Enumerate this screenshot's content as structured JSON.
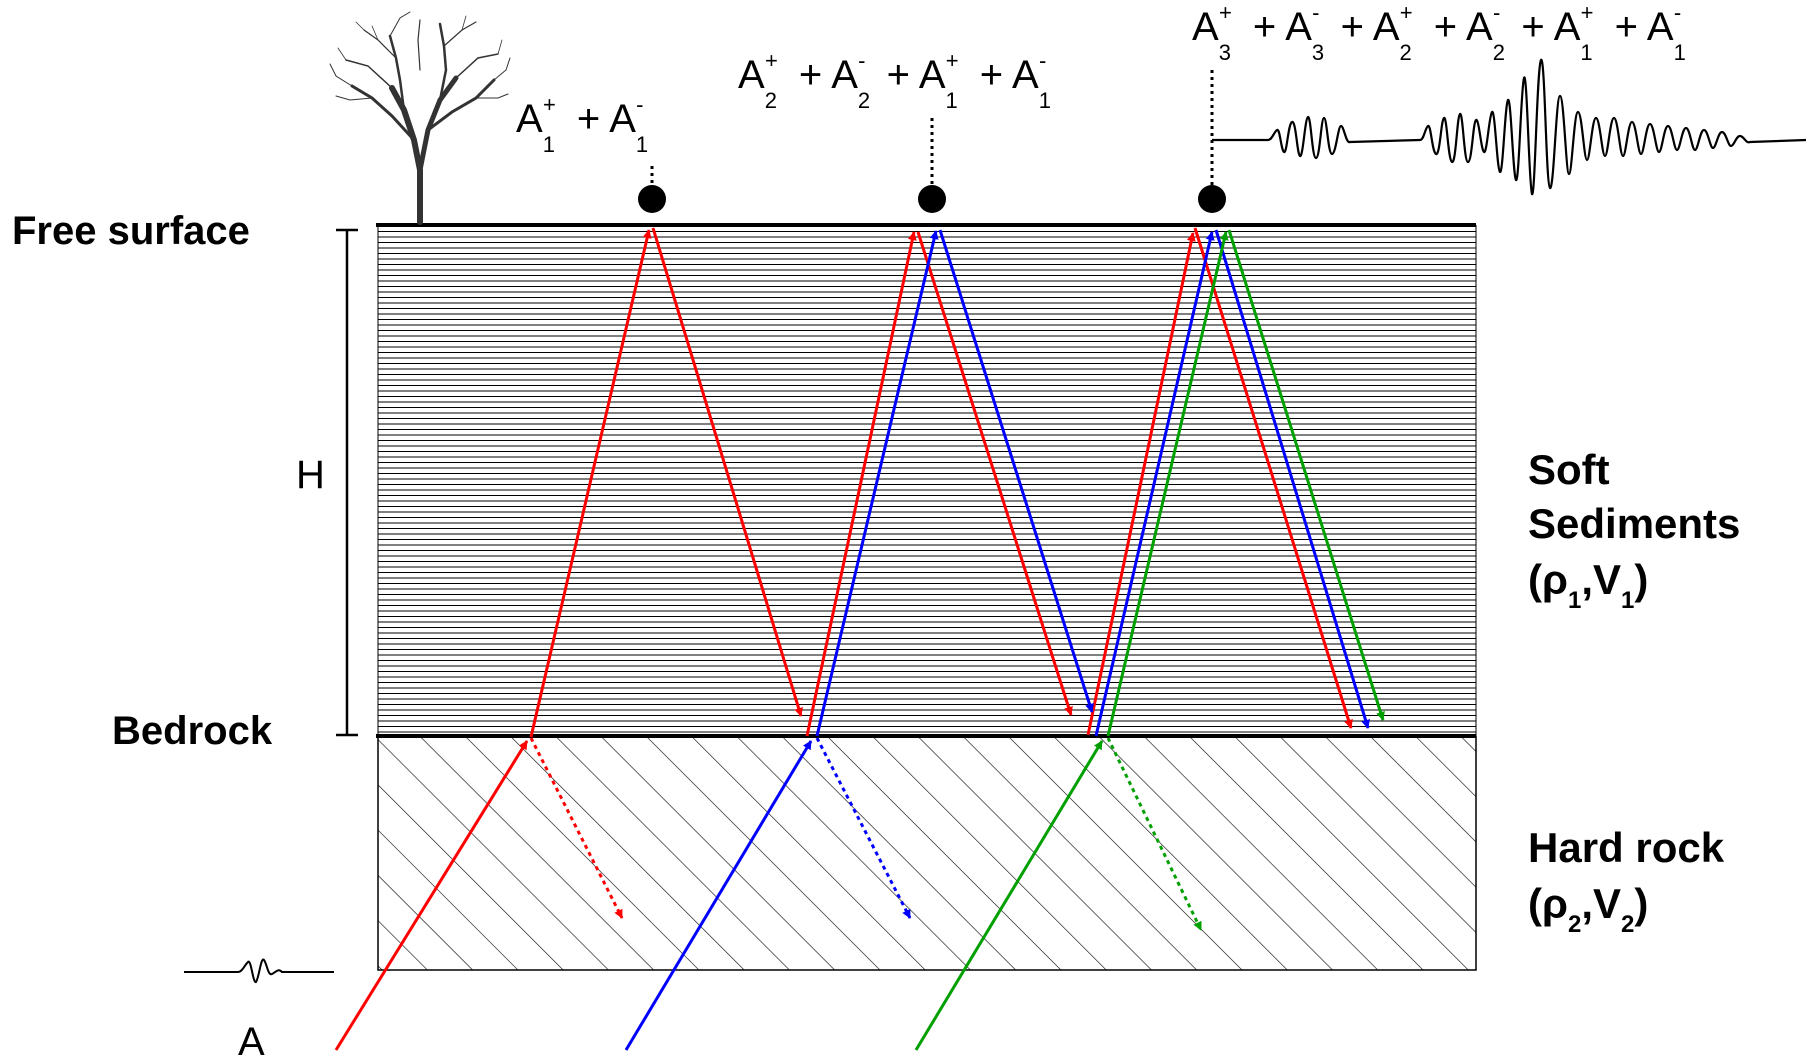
{
  "labels": {
    "free_surface": "Free surface",
    "bedrock": "Bedrock",
    "thickness": "H",
    "input_wave": "A",
    "soft_sediments_line1": "Soft",
    "soft_sediments_line2": "Sediments",
    "hard_rock": "Hard rock",
    "rho": "ρ",
    "v": "V",
    "sub1": "1",
    "sub2": "2",
    "sub3": "3",
    "plus": "+",
    "minus": "-"
  },
  "colors": {
    "ray1": "#ff0000",
    "ray2": "#0000ff",
    "ray3": "#00a000",
    "interface": "#000000",
    "hatch": "#000000"
  }
}
